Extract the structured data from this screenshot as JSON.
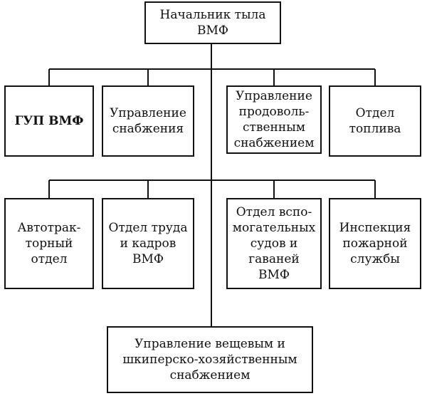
{
  "chart_data": {
    "type": "org-chart",
    "root": {
      "id": "chief",
      "text": "Начальник тыла\nВМФ"
    },
    "nodes": [
      {
        "id": "gup",
        "text": "ГУП ВМФ",
        "parent": "chief"
      },
      {
        "id": "supply",
        "text": "Управление\nснабжения",
        "parent": "chief"
      },
      {
        "id": "food",
        "text": "Управление\nпродоволь-\nственным\nснабжением",
        "parent": "chief"
      },
      {
        "id": "fuel",
        "text": "Отдел\nтоплива",
        "parent": "chief"
      },
      {
        "id": "auto",
        "text": "Автотрак-\nторный\nотдел",
        "parent": "chief"
      },
      {
        "id": "labor",
        "text": "Отдел труда\nи кадров\nВМФ",
        "parent": "chief"
      },
      {
        "id": "aux",
        "text": "Отдел вспо-\nмогательных\nсудов и\nгаваней\nВМФ",
        "parent": "chief"
      },
      {
        "id": "fire",
        "text": "Инспекция\nпожарной\nслужбы",
        "parent": "chief"
      },
      {
        "id": "clothing",
        "text": "Управление вещевым и\nшкиперско-хозяйственным\nснабжением",
        "parent": "chief"
      }
    ]
  },
  "colors": {
    "line": "#111111",
    "box_border": "#111111",
    "background": "#ffffff"
  }
}
